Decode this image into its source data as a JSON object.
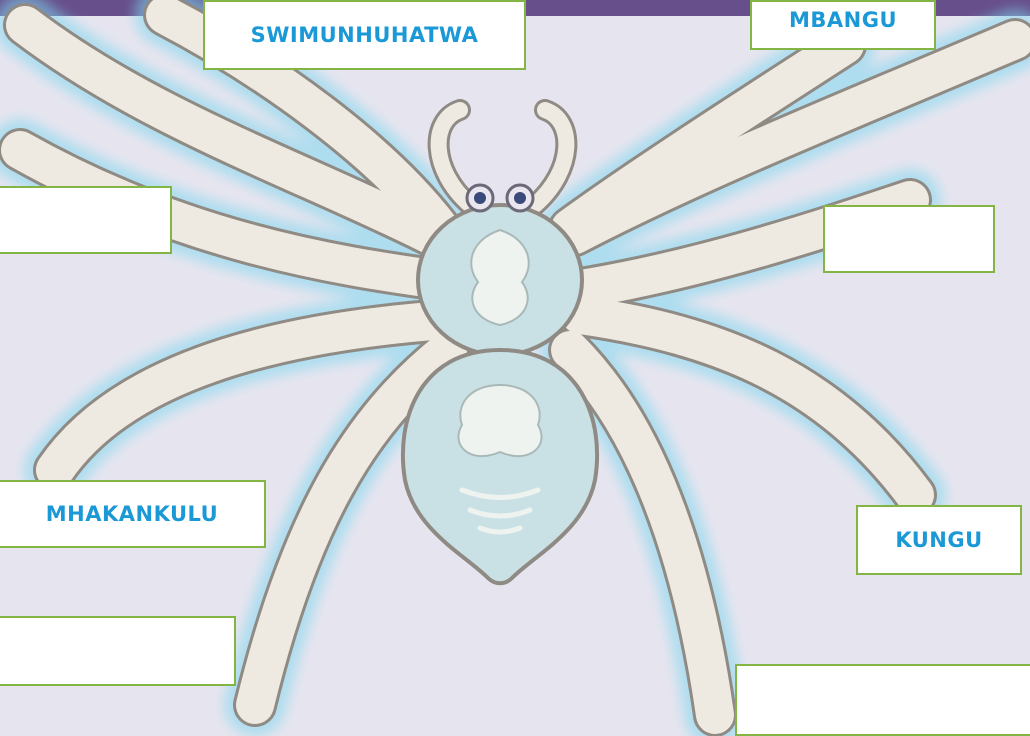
{
  "colors": {
    "header": "#674f8b",
    "background": "#e6e5ef",
    "label_text": "#1b99d6",
    "box_border": "#82b544",
    "body_fill": "#c9e1e5",
    "leg_fill": "#eeeae2",
    "outline": "#8f8a83",
    "glow": "#7fd7ef"
  },
  "labels": {
    "head_label": "SWIMUNHUHATWA",
    "top_right_label": "MBANGU",
    "left_upper_blank": "",
    "right_upper_blank": "",
    "left_middle_label": "MHAKANKULU",
    "right_middle_label": "KUNGU",
    "left_lower_blank": "",
    "right_lower_blank": ""
  }
}
